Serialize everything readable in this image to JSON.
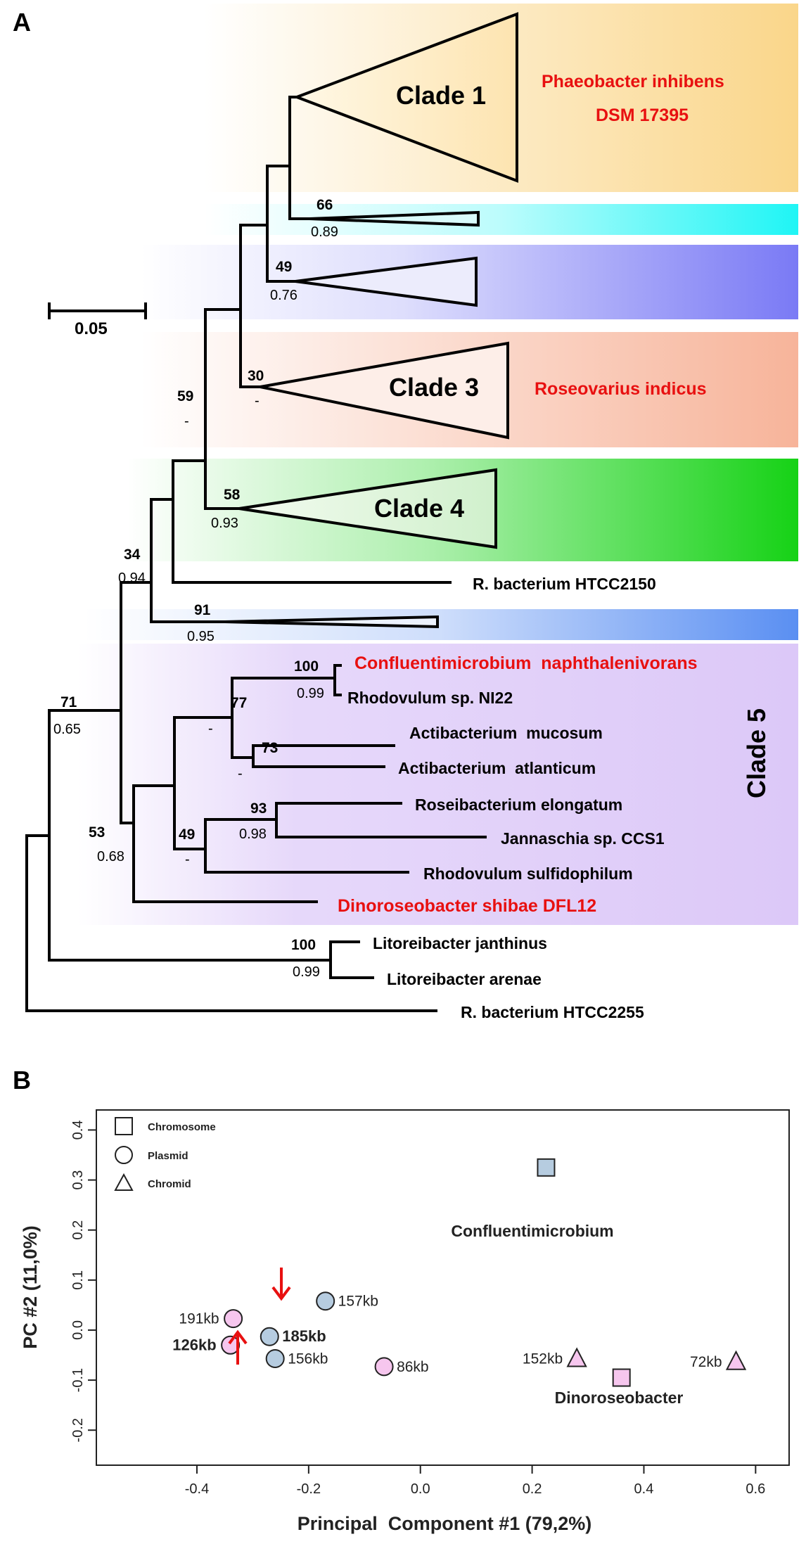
{
  "panel_a": {
    "letter": "A",
    "scale_bar": "0.05",
    "clades": {
      "clade1": "Clade 1",
      "clade3": "Clade 3",
      "clade4": "Clade 4",
      "clade5": "Clade 5"
    },
    "highlight_species": {
      "phaeobacter_line1": "Phaeobacter inhibens",
      "phaeobacter_line2": "DSM 17395",
      "roseovarius": "Roseovarius indicus",
      "confluentimicrobium": "Confluentimicrobium  naphthalenivorans",
      "dinoroseobacter": "Dinoroseobacter shibae DFL12"
    },
    "leaves": {
      "htcc2150": "R. bacterium HTCC2150",
      "rhodovulum_ni22": "Rhodovulum sp. NI22",
      "act_mucosum": "Actibacterium  mucosum",
      "act_atlanticum": "Actibacterium  atlanticum",
      "roseibacterium": "Roseibacterium elongatum",
      "jannaschia": "Jannaschia sp. CCS1",
      "rhodovulum_sulf": "Rhodovulum sulfidophilum",
      "lit_janthinus": "Litoreibacter janthinus",
      "lit_arenae": "Litoreibacter arenae",
      "htcc2255": "R. bacterium HTCC2255"
    },
    "support": {
      "n66": {
        "boot": "66",
        "post": "0.89"
      },
      "n49a": {
        "boot": "49",
        "post": "0.76"
      },
      "n30": {
        "boot": "30",
        "post": "-"
      },
      "n59": {
        "boot": "59",
        "post": "-"
      },
      "n58": {
        "boot": "58",
        "post": "0.93"
      },
      "n34": {
        "boot": "34",
        "post": "0.94"
      },
      "n91": {
        "boot": "91",
        "post": "0.95"
      },
      "n100a": {
        "boot": "100",
        "post": "0.99"
      },
      "n77": {
        "boot": "77",
        "post": "-"
      },
      "n73": {
        "boot": "73",
        "post": "-"
      },
      "n93": {
        "boot": "93",
        "post": "0.98"
      },
      "n49b": {
        "boot": "49",
        "post": "-"
      },
      "n71": {
        "boot": "71",
        "post": "0.65"
      },
      "n53": {
        "boot": "53",
        "post": "0.68"
      },
      "n100b": {
        "boot": "100",
        "post": "0.99"
      }
    },
    "band_colors": {
      "clade1": "#fad68a",
      "cyan": "#1ff5f5",
      "blue": "#7a7af5",
      "clade3": "#f7b49a",
      "clade4": "#16d216",
      "bottom_blue": "#5a8ff2",
      "clade5": "#dcc8f8"
    }
  },
  "panel_b": {
    "letter": "B",
    "chart_data": {
      "type": "scatter",
      "xlabel": "Principal  Component #1 (79,2%)",
      "ylabel": "PC #2 (11,0%)",
      "xlim": [
        -0.58,
        0.66
      ],
      "ylim": [
        -0.27,
        0.44
      ],
      "xticks": [
        -0.4,
        -0.2,
        0.0,
        0.2,
        0.4,
        0.6
      ],
      "xtick_labels": [
        "-0.4",
        "-0.2",
        "0.0",
        "0.2",
        "0.4",
        "0.6"
      ],
      "yticks": [
        -0.2,
        -0.1,
        0.0,
        0.1,
        0.2,
        0.3,
        0.4
      ],
      "ytick_labels": [
        "-0.2",
        "-0.1",
        "0.0",
        "0.1",
        "0.2",
        "0.3",
        "0.4"
      ],
      "legend": [
        {
          "shape": "square",
          "label": "Chromosome"
        },
        {
          "shape": "circle",
          "label": "Plasmid"
        },
        {
          "shape": "triangle",
          "label": "Chromid"
        }
      ],
      "colors": {
        "blue": "#b6cce0",
        "pink": "#f6c6ee"
      },
      "points": [
        {
          "x": 0.225,
          "y": 0.325,
          "shape": "square",
          "color": "blue",
          "label": ""
        },
        {
          "x": 0.36,
          "y": -0.095,
          "shape": "square",
          "color": "pink",
          "label": ""
        },
        {
          "x": -0.17,
          "y": 0.058,
          "shape": "circle",
          "color": "blue",
          "label": "157kb",
          "side": "right",
          "bold": false
        },
        {
          "x": -0.335,
          "y": 0.023,
          "shape": "circle",
          "color": "pink",
          "label": "191kb",
          "side": "left",
          "bold": false
        },
        {
          "x": -0.27,
          "y": -0.013,
          "shape": "circle",
          "color": "blue",
          "label": "185kb",
          "side": "right",
          "bold": true
        },
        {
          "x": -0.34,
          "y": -0.03,
          "shape": "circle",
          "color": "pink",
          "label": "126kb",
          "side": "left",
          "bold": true
        },
        {
          "x": -0.26,
          "y": -0.057,
          "shape": "circle",
          "color": "blue",
          "label": "156kb",
          "side": "right",
          "bold": false
        },
        {
          "x": -0.065,
          "y": -0.073,
          "shape": "circle",
          "color": "pink",
          "label": "86kb",
          "side": "right",
          "bold": false
        },
        {
          "x": 0.28,
          "y": -0.057,
          "shape": "triangle",
          "color": "pink",
          "label": "152kb",
          "side": "left",
          "bold": false
        },
        {
          "x": 0.565,
          "y": -0.063,
          "shape": "triangle",
          "color": "pink",
          "label": "72kb",
          "side": "left",
          "bold": false
        }
      ],
      "annotations": [
        "Confluentimicrobium",
        "Dinoroseobacter"
      ],
      "arrow_color": "#e81010"
    }
  }
}
